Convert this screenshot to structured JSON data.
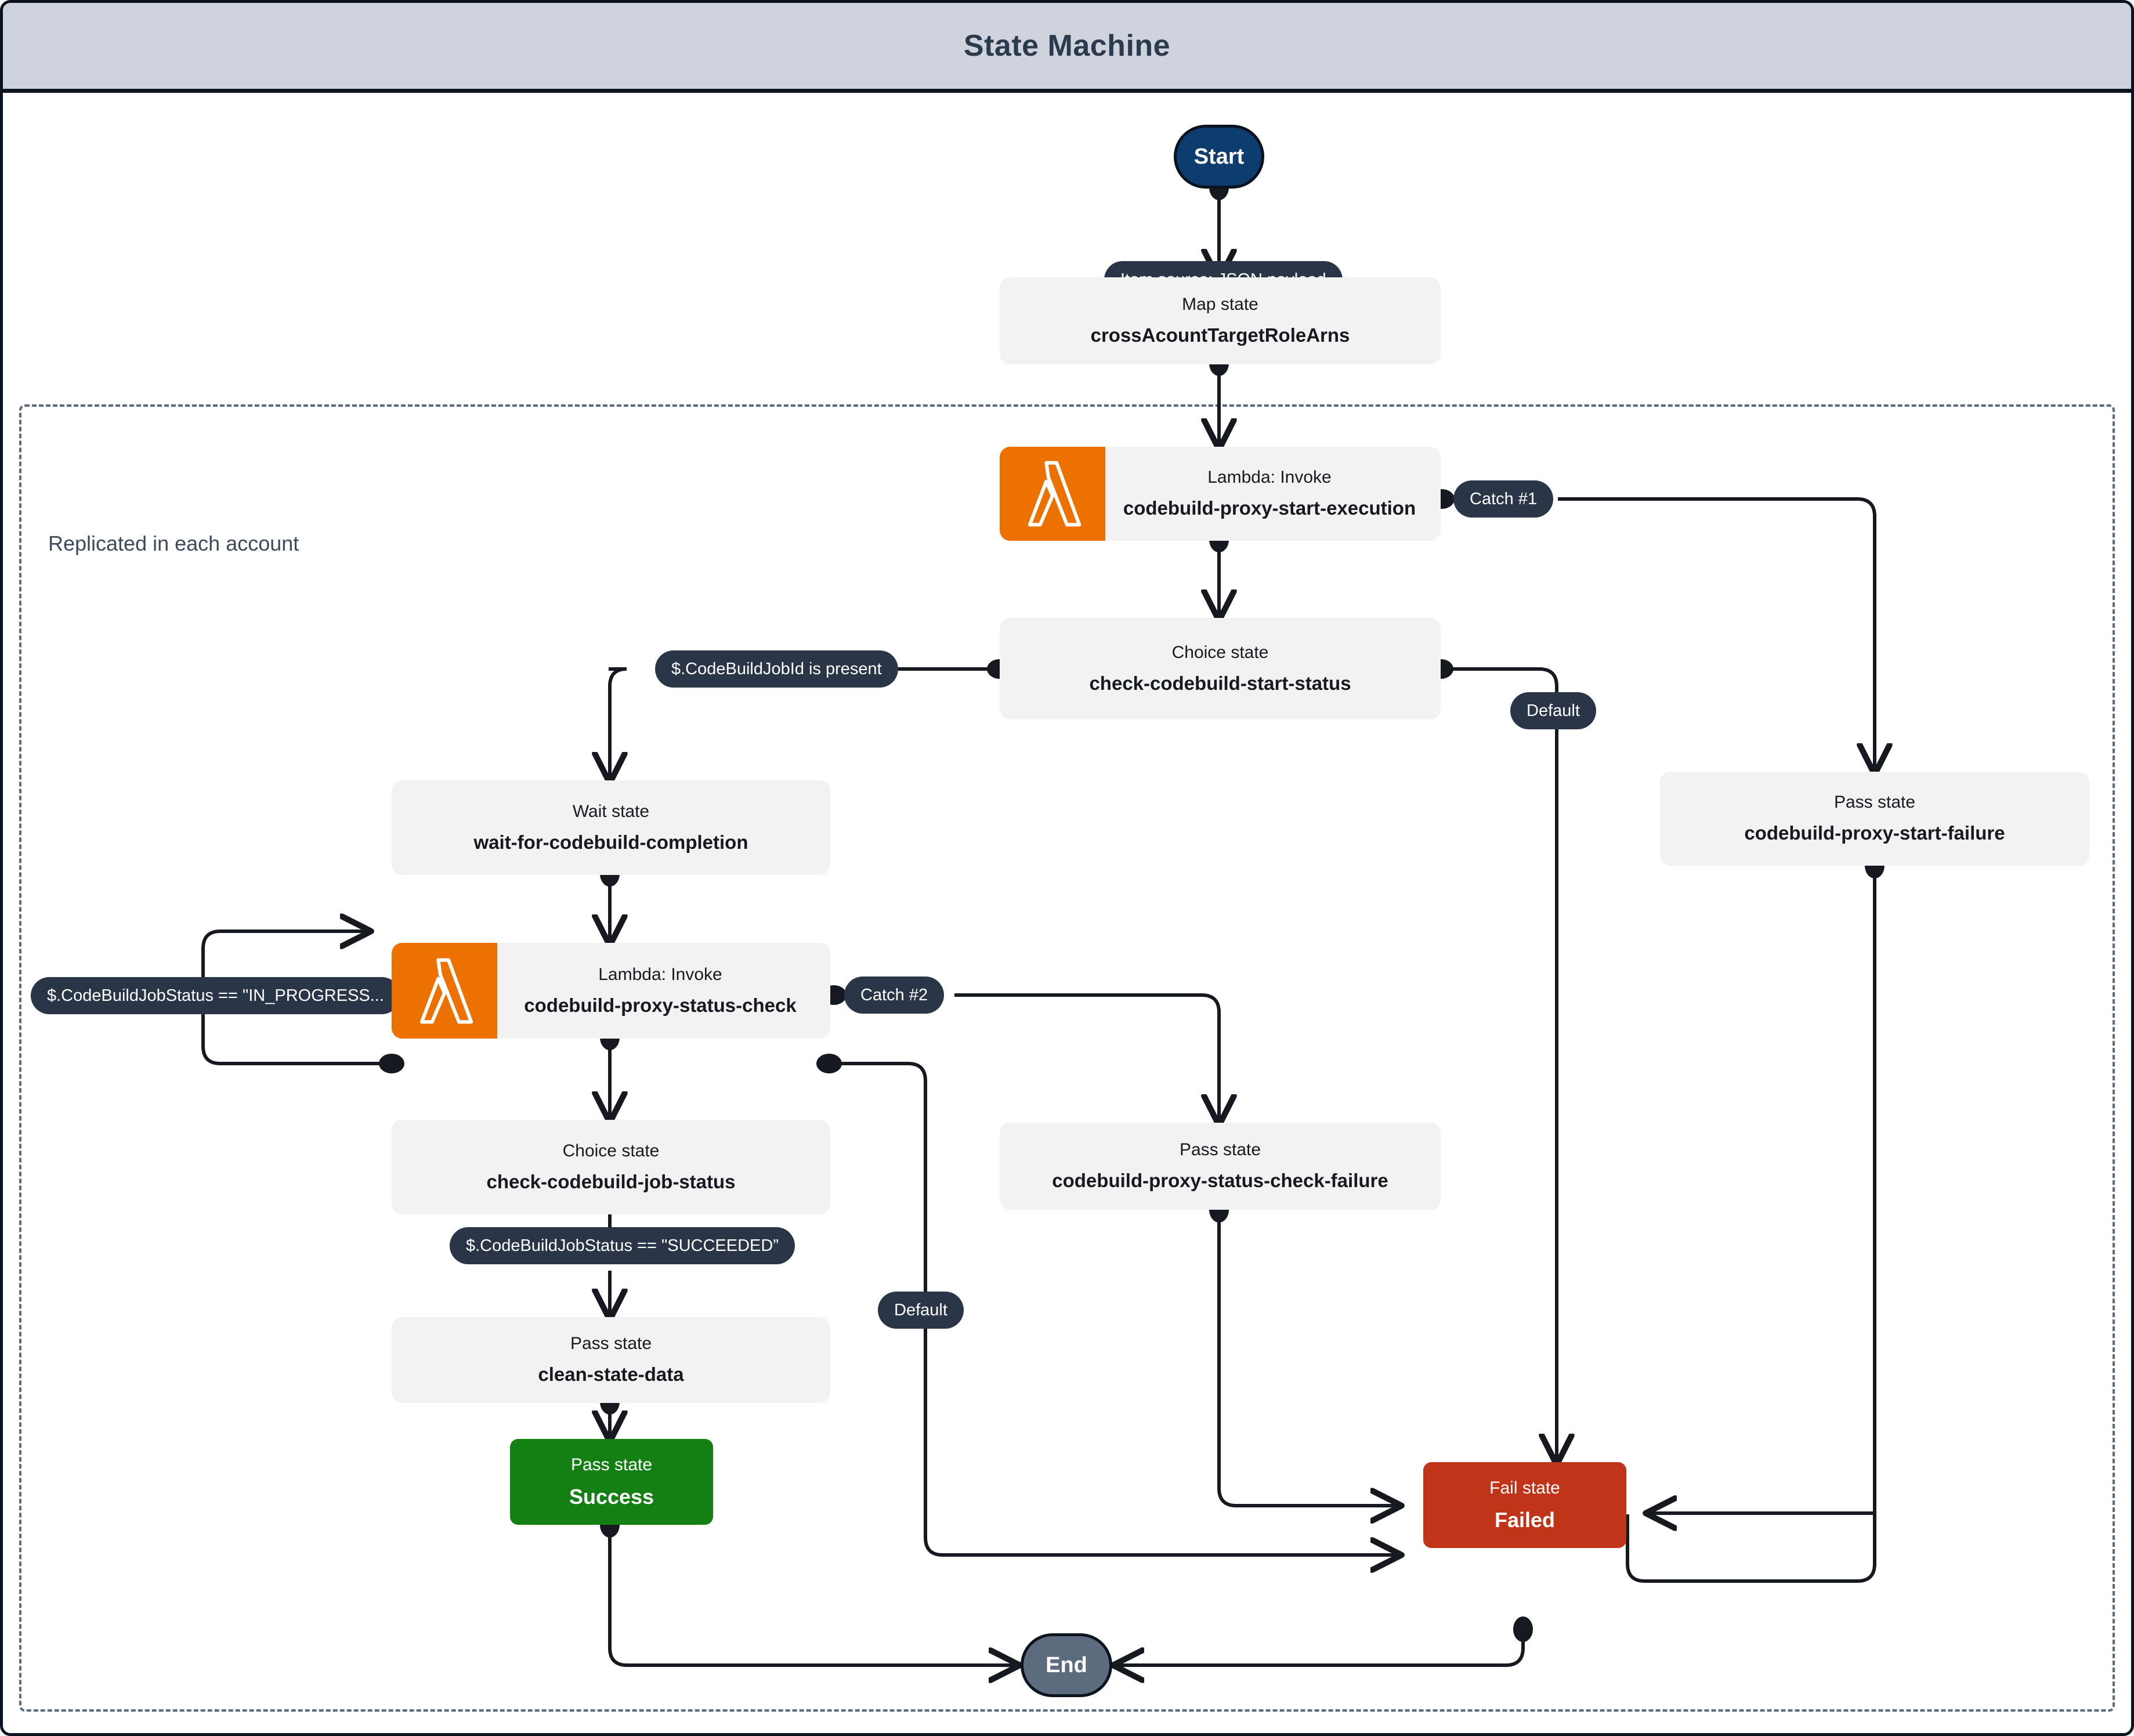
{
  "header": {
    "title": "State Machine"
  },
  "group": {
    "label": "Replicated in each account"
  },
  "terminals": {
    "start": "Start",
    "end": "End"
  },
  "nodes": {
    "map_state": {
      "type": "Map state",
      "name": "crossAcountTargetRoleArns"
    },
    "lambda_start": {
      "type": "Lambda: Invoke",
      "name": "codebuild-proxy-start-execution",
      "icon": "aws-lambda-icon"
    },
    "choice_start_status": {
      "type": "Choice state",
      "name": "check-codebuild-start-status"
    },
    "pass_start_failure": {
      "type": "Pass state",
      "name": "codebuild-proxy-start-failure"
    },
    "wait_state": {
      "type": "Wait state",
      "name": "wait-for-codebuild-completion"
    },
    "lambda_status_check": {
      "type": "Lambda: Invoke",
      "name": "codebuild-proxy-status-check",
      "icon": "aws-lambda-icon"
    },
    "choice_job_status": {
      "type": "Choice state",
      "name": "check-codebuild-job-status"
    },
    "pass_status_check_failure": {
      "type": "Pass state",
      "name": "codebuild-proxy-status-check-failure"
    },
    "pass_clean_state": {
      "type": "Pass state",
      "name": "clean-state-data"
    },
    "pass_success": {
      "type": "Pass state",
      "name": "Success"
    },
    "fail_state": {
      "type": "Fail state",
      "name": "Failed"
    }
  },
  "edge_labels": {
    "item_source": "Item source: JSON payload",
    "catch_1": "Catch #1",
    "catch_2": "Catch #2",
    "jobid_present": "$.CodeBuildJobId is present",
    "default_start": "Default",
    "default_job": "Default",
    "in_progress": "$.CodeBuildJobStatus == \"IN_PROGRESS...",
    "succeeded": "$.CodeBuildJobStatus == \"SUCCEEDED”"
  },
  "colors": {
    "header_bg": "#ced3dd",
    "header_text": "#2c3a4d",
    "state_bg": "#f2f2f2",
    "start_bg": "#0d3c6e",
    "end_bg": "#5d6b7f",
    "success_bg": "#148013",
    "fail_bg": "#c0341a",
    "lambda_orange": "#ed7100",
    "label_bg": "#2a3648",
    "group_dash": "#5a6a7f",
    "wire": "#16191f"
  }
}
